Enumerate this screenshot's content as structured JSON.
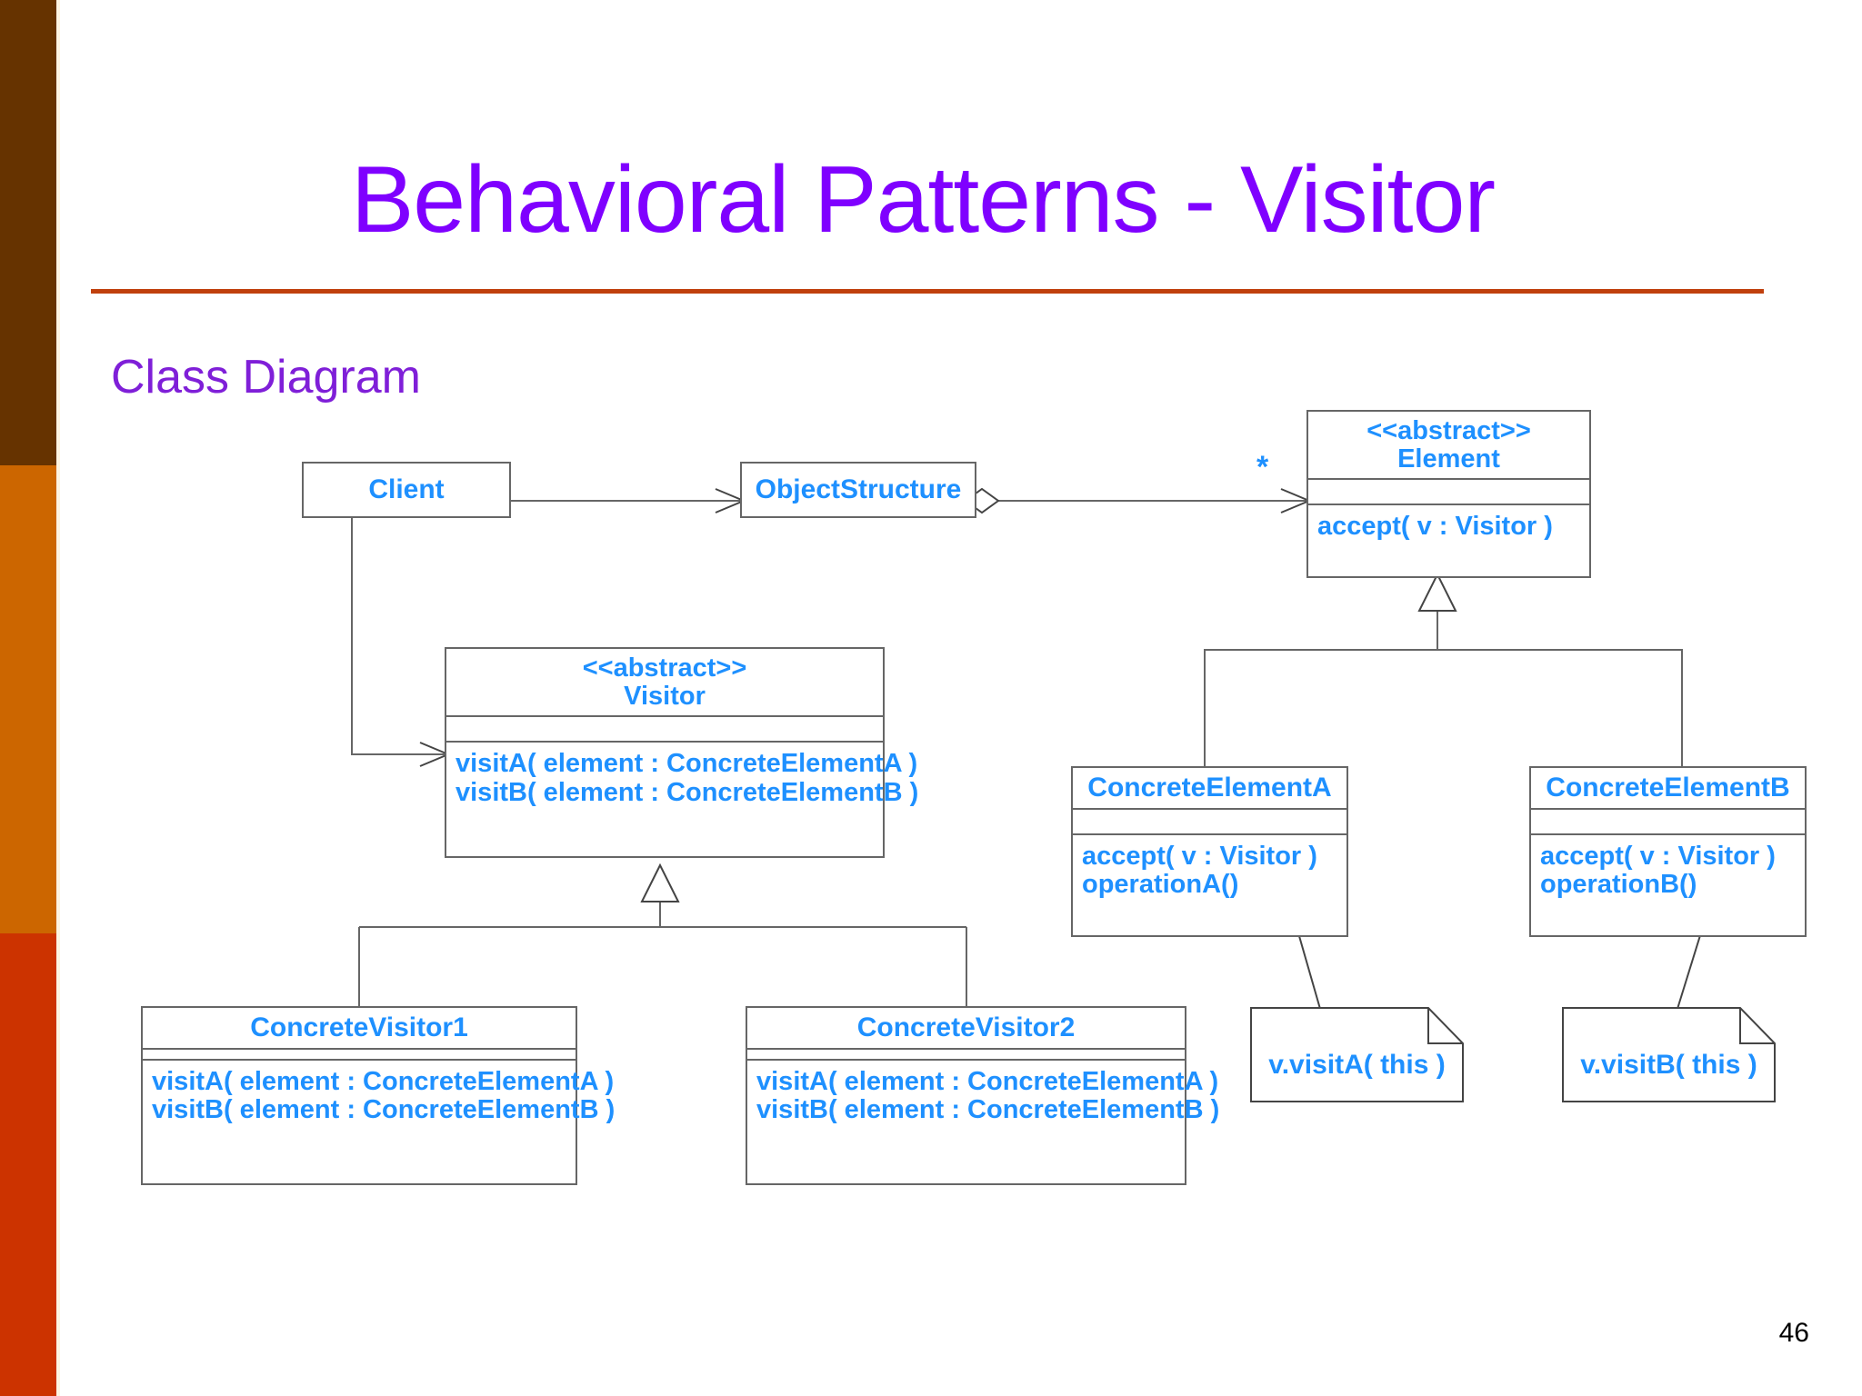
{
  "slide": {
    "title": "Behavioral Patterns - Visitor",
    "subtitle": "Class Diagram",
    "page_number": "46",
    "title_color": "#7f00ff",
    "rule_color": "#c0400d",
    "class_text_color": "#1e90ff",
    "band_colors": [
      "#663300",
      "#cc6600",
      "#cc3300"
    ]
  },
  "diagram": {
    "type": "uml-class-diagram",
    "classes": [
      {
        "id": "client",
        "name": "Client",
        "stereotype": "",
        "attributes": [],
        "operations": []
      },
      {
        "id": "object-structure",
        "name": "ObjectStructure",
        "stereotype": "",
        "attributes": [],
        "operations": []
      },
      {
        "id": "element",
        "name": "Element",
        "stereotype": "<<abstract>>",
        "attributes": [],
        "operations": [
          "accept( v : Visitor )"
        ]
      },
      {
        "id": "visitor",
        "name": "Visitor",
        "stereotype": "<<abstract>>",
        "attributes": [],
        "operations": [
          "visitA( element : ConcreteElementA )",
          "visitB( element : ConcreteElementB )"
        ]
      },
      {
        "id": "concrete-element-a",
        "name": "ConcreteElementA",
        "stereotype": "",
        "attributes": [],
        "operations": [
          "accept( v : Visitor )",
          "operationA()"
        ]
      },
      {
        "id": "concrete-element-b",
        "name": "ConcreteElementB",
        "stereotype": "",
        "attributes": [],
        "operations": [
          "accept( v : Visitor )",
          "operationB()"
        ]
      },
      {
        "id": "concrete-visitor-1",
        "name": "ConcreteVisitor1",
        "stereotype": "",
        "attributes": [],
        "operations": [
          "visitA( element : ConcreteElementA )",
          "visitB( element : ConcreteElementB )"
        ]
      },
      {
        "id": "concrete-visitor-2",
        "name": "ConcreteVisitor2",
        "stereotype": "",
        "attributes": [],
        "operations": [
          "visitA( element : ConcreteElementA )",
          "visitB( element : ConcreteElementB )"
        ]
      }
    ],
    "notes": [
      {
        "id": "note-a",
        "text": "v.visitA( this )",
        "anchored_to": "concrete-element-a"
      },
      {
        "id": "note-b",
        "text": "v.visitB( this )",
        "anchored_to": "concrete-element-b"
      }
    ],
    "multiplicities": [
      {
        "id": "element-multiplicity",
        "label": "*",
        "on": "element"
      }
    ],
    "relations": [
      {
        "from": "client",
        "to": "object-structure",
        "kind": "association-directed"
      },
      {
        "from": "object-structure",
        "to": "element",
        "kind": "aggregation",
        "target_multiplicity": "*"
      },
      {
        "from": "client",
        "to": "visitor",
        "kind": "association-directed"
      },
      {
        "from": "concrete-element-a",
        "to": "element",
        "kind": "generalization"
      },
      {
        "from": "concrete-element-b",
        "to": "element",
        "kind": "generalization"
      },
      {
        "from": "concrete-visitor-1",
        "to": "visitor",
        "kind": "generalization"
      },
      {
        "from": "concrete-visitor-2",
        "to": "visitor",
        "kind": "generalization"
      }
    ]
  }
}
